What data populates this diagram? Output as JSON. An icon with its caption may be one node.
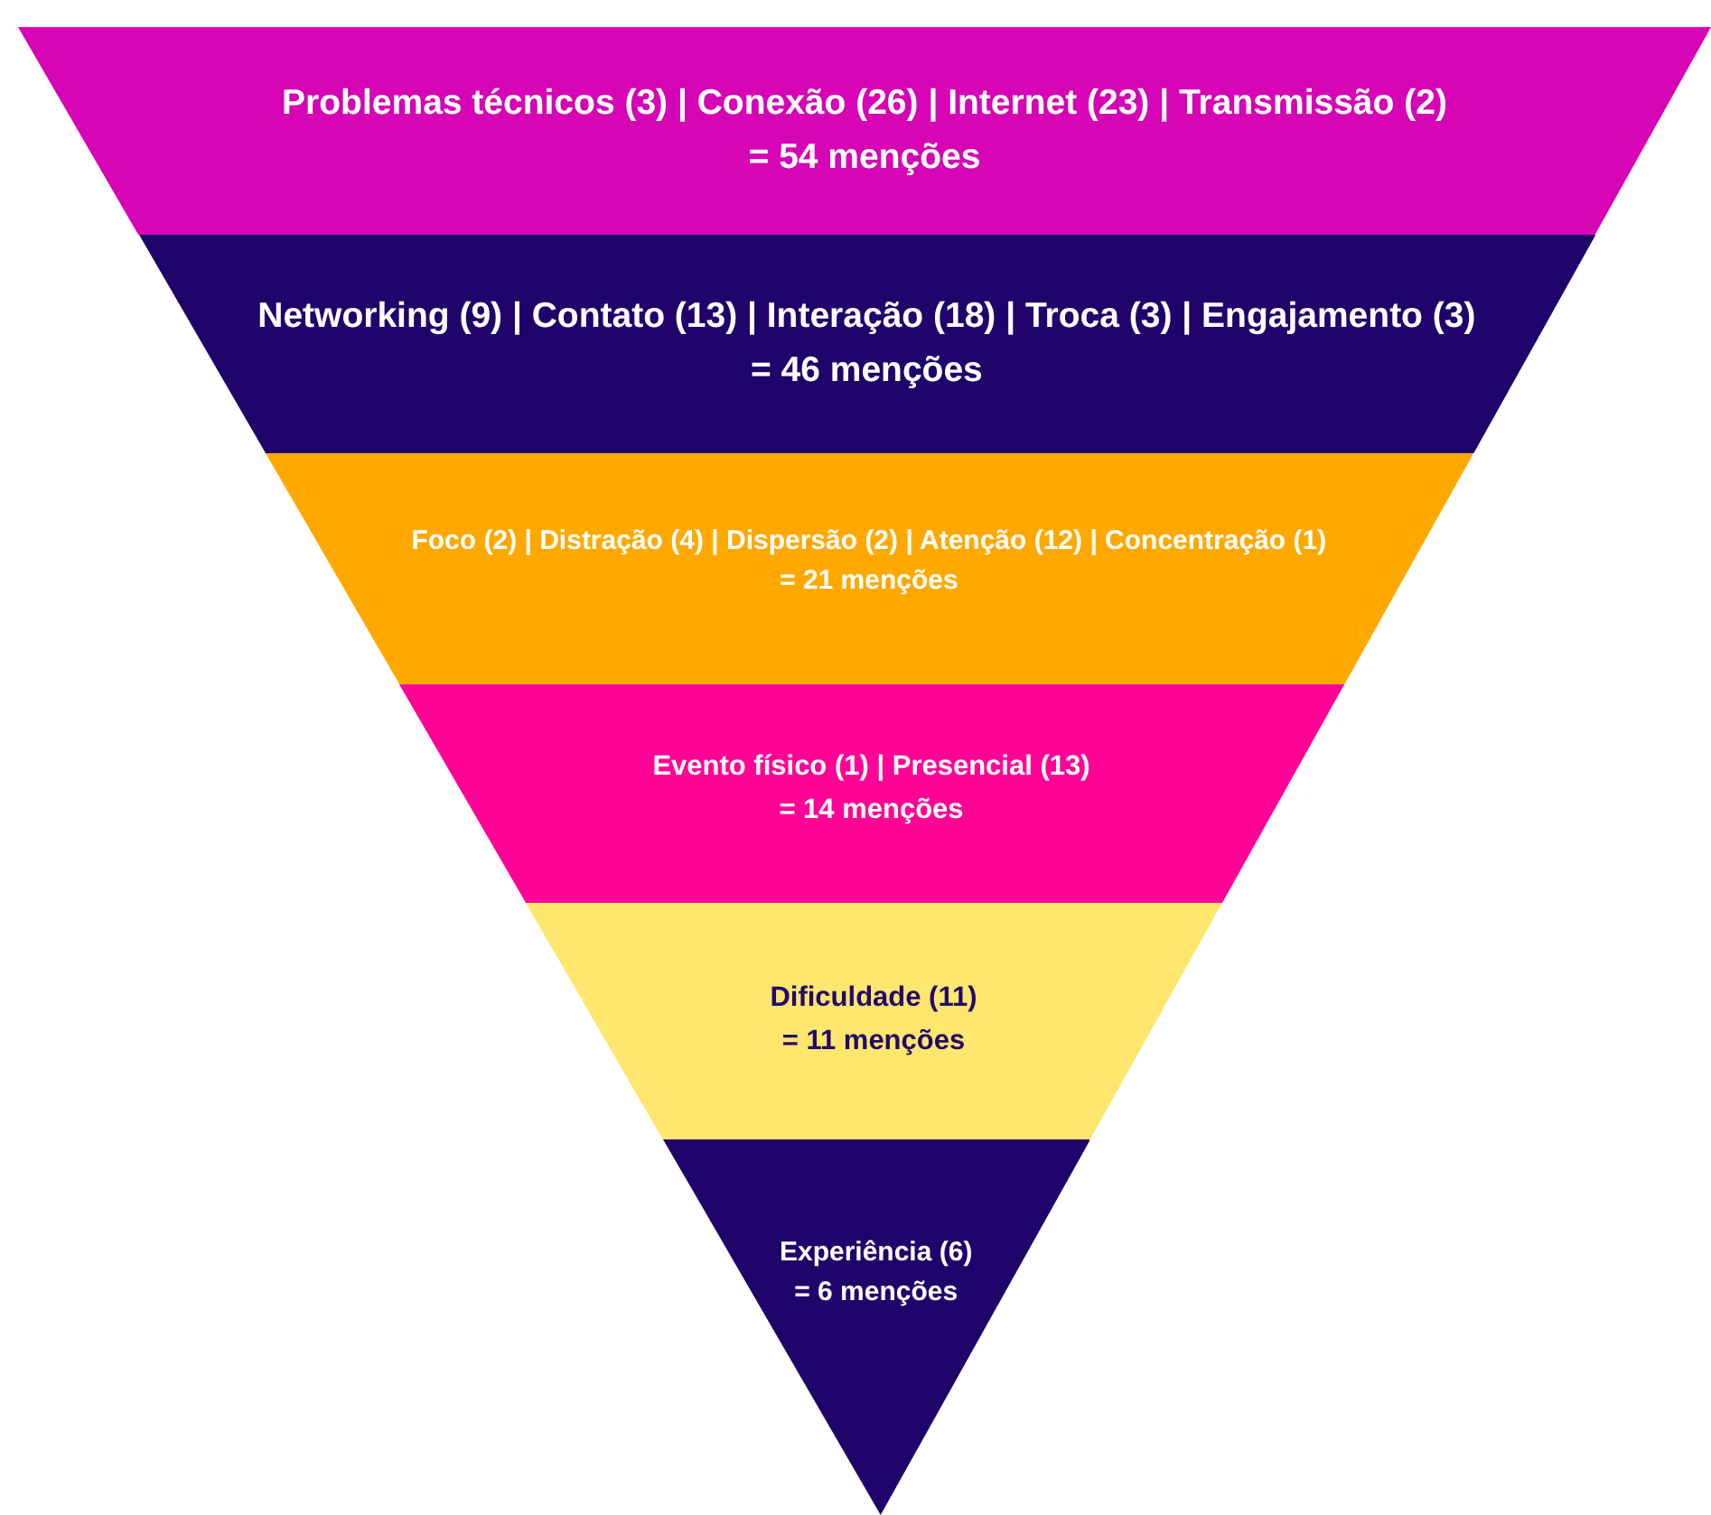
{
  "diagram": {
    "nodes": [
      {
        "text": [
          "Problemas técnicos (3) | Conexão (26) | Internet (23) | Transmissão (2)",
          "= 54 menções"
        ]
      },
      {
        "text": [
          "Networking (9) | Contato (13) | Interação (18) | Troca (3) | Engajamento (3)",
          "= 46 menções"
        ]
      },
      {
        "text": [
          "Foco (2) | Distração (4) | Dispersão (2) | Atenção (12) | Concentração (1)",
          "= 21 menções"
        ]
      },
      {
        "text": [
          "Evento físico (1) | Presencial (13)",
          "= 14 menções"
        ]
      },
      {
        "text": [
          "Dificuldade (11)",
          "= 11 menções"
        ]
      },
      {
        "text": [
          "Experiência (6)",
          "= 6 menções"
        ]
      }
    ]
  }
}
